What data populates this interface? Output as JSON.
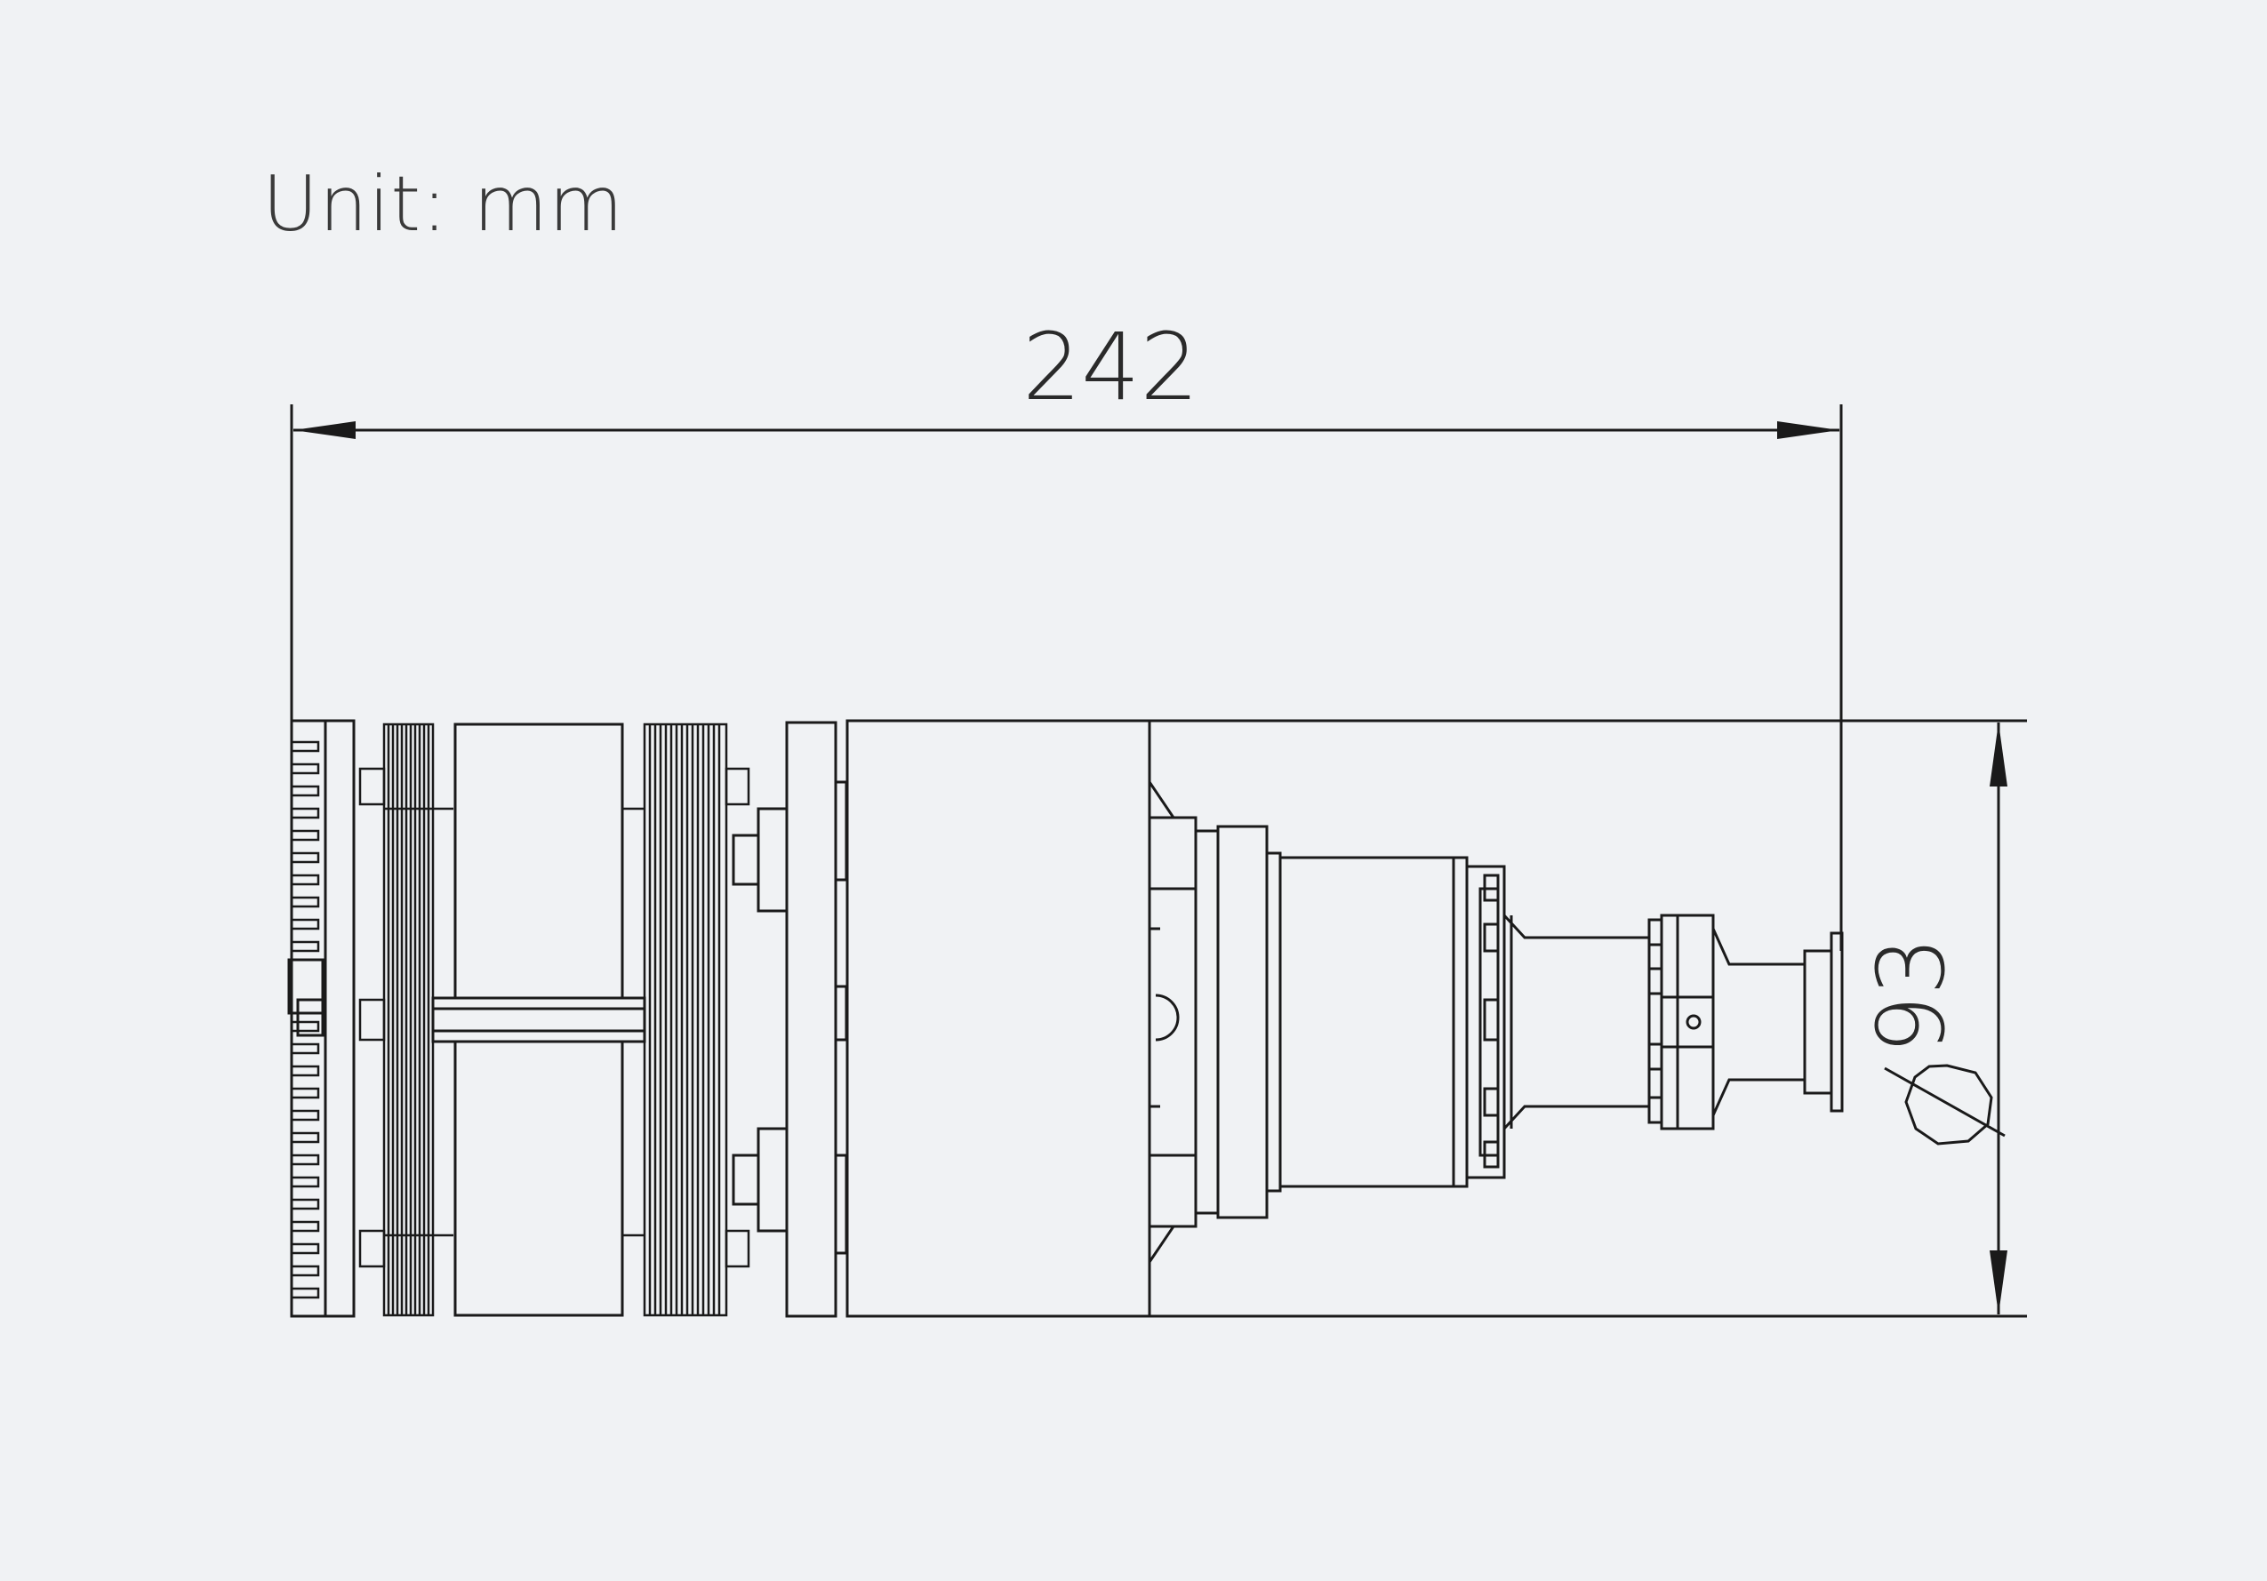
{
  "unit_label": "Unit: mm",
  "dimensions": {
    "overall_length": "242",
    "diameter": "93"
  },
  "colors": {
    "background": "#f0f2f4",
    "line": "#1a1a1a",
    "text": "#2a2a2a"
  }
}
